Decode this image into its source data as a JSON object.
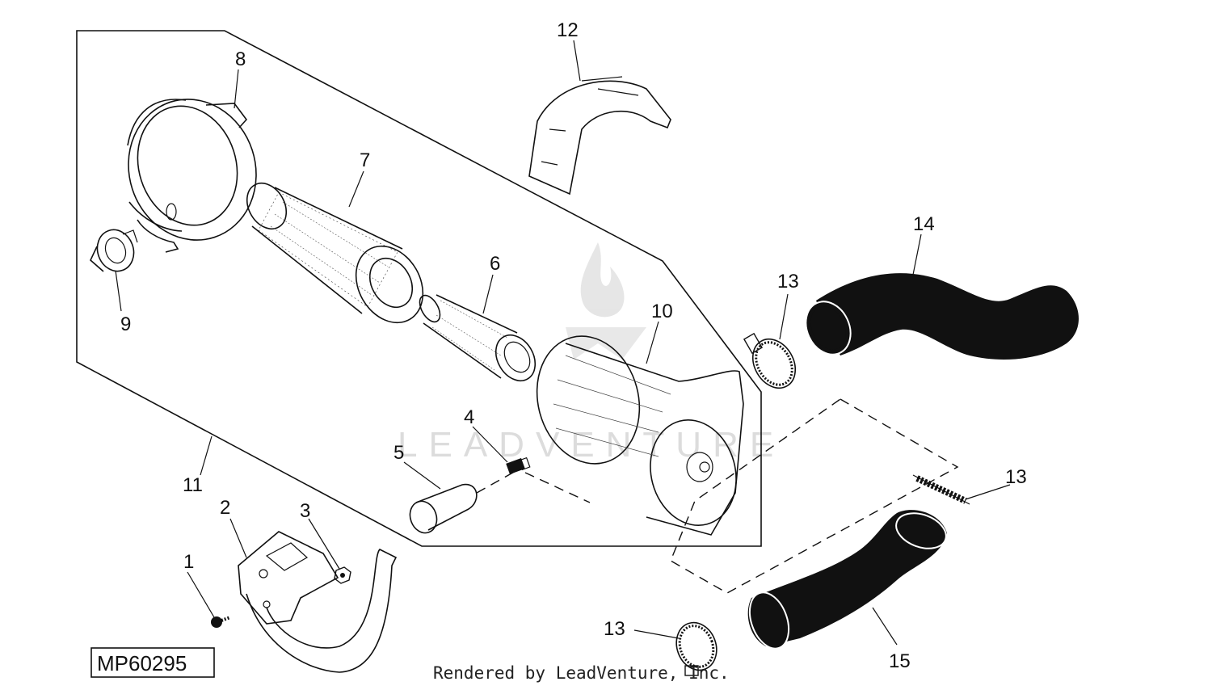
{
  "diagram": {
    "callouts": [
      {
        "id": "c1",
        "label": "1"
      },
      {
        "id": "c2",
        "label": "2"
      },
      {
        "id": "c3",
        "label": "3"
      },
      {
        "id": "c4",
        "label": "4"
      },
      {
        "id": "c5",
        "label": "5"
      },
      {
        "id": "c6",
        "label": "6"
      },
      {
        "id": "c7",
        "label": "7"
      },
      {
        "id": "c8",
        "label": "8"
      },
      {
        "id": "c9",
        "label": "9"
      },
      {
        "id": "c10",
        "label": "10"
      },
      {
        "id": "c11",
        "label": "11"
      },
      {
        "id": "c12",
        "label": "12"
      },
      {
        "id": "c13a",
        "label": "13"
      },
      {
        "id": "c13b",
        "label": "13"
      },
      {
        "id": "c13c",
        "label": "13"
      },
      {
        "id": "c14",
        "label": "14"
      },
      {
        "id": "c15",
        "label": "15"
      }
    ],
    "figure_code": "MP60295",
    "credit": "Rendered by LeadVenture, Inc.",
    "watermark": "LEADVENTURE"
  }
}
